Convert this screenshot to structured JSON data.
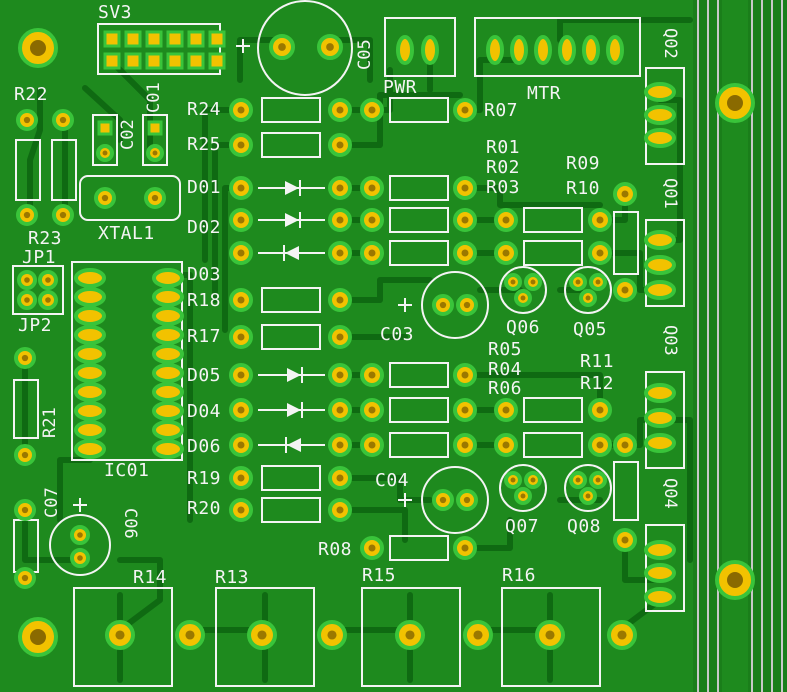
{
  "colors": {
    "board": "#1e8a1e",
    "trace": "#0f6a12",
    "pad_ring": "#39c43a",
    "pad_fill": "#f2c200",
    "silk": "#f4f4f4",
    "copper_stripe": "#c8c8c8"
  },
  "labels": {
    "sv3": "SV3",
    "c05": "C05",
    "pwr": "PWR",
    "mtr": "MTR",
    "q02": "Q02",
    "r22": "R22",
    "c01": "C01",
    "c02": "C02",
    "r24": "R24",
    "r25": "R25",
    "r07": "R07",
    "r01": "R01",
    "r02": "R02",
    "r03": "R03",
    "r09": "R09",
    "r10": "R10",
    "q01": "Q01",
    "d01": "D01",
    "d02": "D02",
    "r23": "R23",
    "xtal1": "XTAL1",
    "jp1": "JP1",
    "jp2": "JP2",
    "d03": "D03",
    "r18": "R18",
    "r17": "R17",
    "c03": "C03",
    "q06": "Q06",
    "q05": "Q05",
    "q03": "Q03",
    "r05": "R05",
    "r04": "R04",
    "r06": "R06",
    "r11": "R11",
    "r12": "R12",
    "d05": "D05",
    "d04": "D04",
    "d06": "D06",
    "r21": "R21",
    "ic01": "IC01",
    "r19": "R19",
    "r20": "R20",
    "c04": "C04",
    "q07": "Q07",
    "q08": "Q08",
    "q04": "Q04",
    "c07": "C07",
    "c06": "C06",
    "r08": "R08",
    "r14": "R14",
    "r13": "R13",
    "r15": "R15",
    "r16": "R16"
  }
}
